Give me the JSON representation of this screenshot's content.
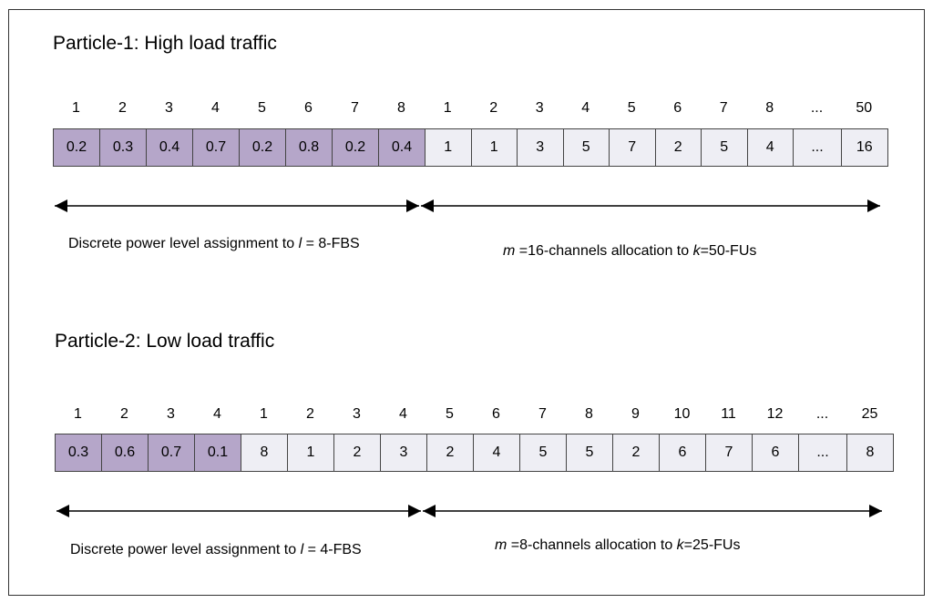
{
  "colors": {
    "power_cell": "#b5a6c9",
    "channel_cell": "#eeeef4",
    "border": "#444444"
  },
  "particles": [
    {
      "title": "Particle-1: High load traffic",
      "power": {
        "indices": [
          "1",
          "2",
          "3",
          "4",
          "5",
          "6",
          "7",
          "8"
        ],
        "values": [
          "0.2",
          "0.3",
          "0.4",
          "0.7",
          "0.2",
          "0.8",
          "0.2",
          "0.4"
        ]
      },
      "channels": {
        "indices": [
          "1",
          "2",
          "3",
          "4",
          "5",
          "6",
          "7",
          "8",
          "...",
          "50"
        ],
        "values": [
          "1",
          "1",
          "3",
          "5",
          "7",
          "2",
          "5",
          "4",
          "...",
          "16"
        ]
      },
      "caption_power": {
        "pre": "Discrete power level assignment to ",
        "var": "l",
        "post": " = 8-FBS"
      },
      "caption_channels": {
        "var1": "m",
        "mid": " =16-channels allocation to ",
        "var2": "k",
        "post": "=50-FUs"
      }
    },
    {
      "title": "Particle-2: Low load traffic",
      "power": {
        "indices": [
          "1",
          "2",
          "3",
          "4"
        ],
        "values": [
          "0.3",
          "0.6",
          "0.7",
          "0.1"
        ]
      },
      "channels": {
        "indices": [
          "1",
          "2",
          "3",
          "4",
          "5",
          "6",
          "7",
          "8",
          "9",
          "10",
          "11",
          "12",
          "...",
          "25"
        ],
        "values": [
          "8",
          "1",
          "2",
          "3",
          "2",
          "4",
          "5",
          "5",
          "2",
          "6",
          "7",
          "6",
          "...",
          "8"
        ]
      },
      "caption_power": {
        "pre": "Discrete power level assignment to ",
        "var": "l",
        "post": " = 4-FBS"
      },
      "caption_channels": {
        "var1": "m",
        "mid": " =8-channels allocation to ",
        "var2": "k",
        "post": "=25-FUs"
      }
    }
  ]
}
